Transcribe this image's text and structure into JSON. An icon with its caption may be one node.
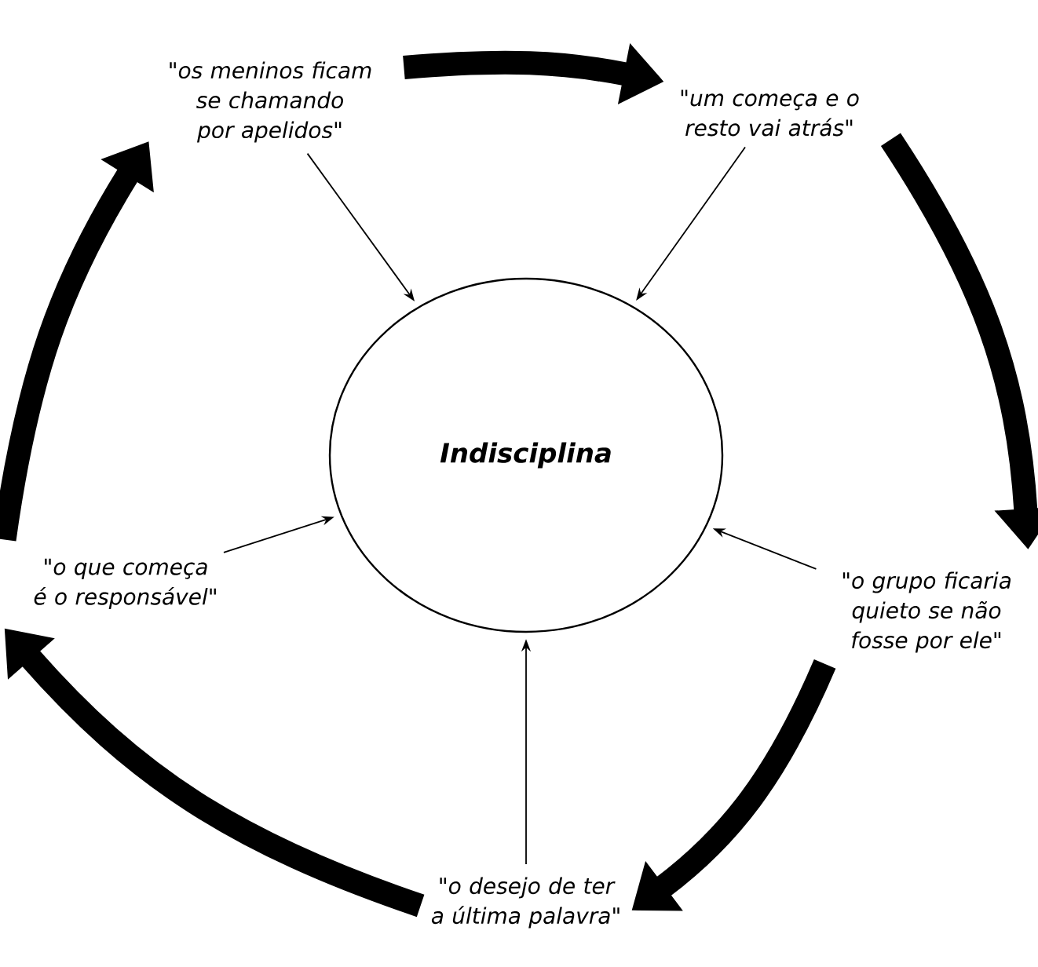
{
  "diagram": {
    "nodes": [
      {
        "text": [
          "Indisciplina"
        ]
      },
      {
        "text": [
          "\"os meninos ficam se chamando por apelidos\""
        ]
      },
      {
        "text": [
          "\"um começa e o resto vai atrás\""
        ]
      },
      {
        "text": [
          "\"o grupo ficaria quieto se não fosse por ele\""
        ]
      },
      {
        "text": [
          "\"o desejo de ter a última palavra\""
        ]
      },
      {
        "text": [
          "\"o que começa é o responsável\""
        ]
      }
    ],
    "edges": [
      {
        "from": 1,
        "to": 0,
        "arrow": "to"
      },
      {
        "from": 2,
        "to": 0,
        "arrow": "to"
      },
      {
        "from": 3,
        "to": 0,
        "arrow": "to"
      },
      {
        "from": 4,
        "to": 0,
        "arrow": "to"
      },
      {
        "from": 5,
        "to": 0,
        "arrow": "to"
      },
      {
        "from": 1,
        "to": 2,
        "arrow": "to",
        "style": "thick"
      },
      {
        "from": 2,
        "to": 3,
        "arrow": "to",
        "style": "thick"
      },
      {
        "from": 3,
        "to": 4,
        "arrow": "to",
        "style": "thick"
      },
      {
        "from": 4,
        "to": 5,
        "arrow": "to",
        "style": "thick"
      },
      {
        "from": 5,
        "to": 1,
        "arrow": "to",
        "style": "thick"
      }
    ]
  }
}
